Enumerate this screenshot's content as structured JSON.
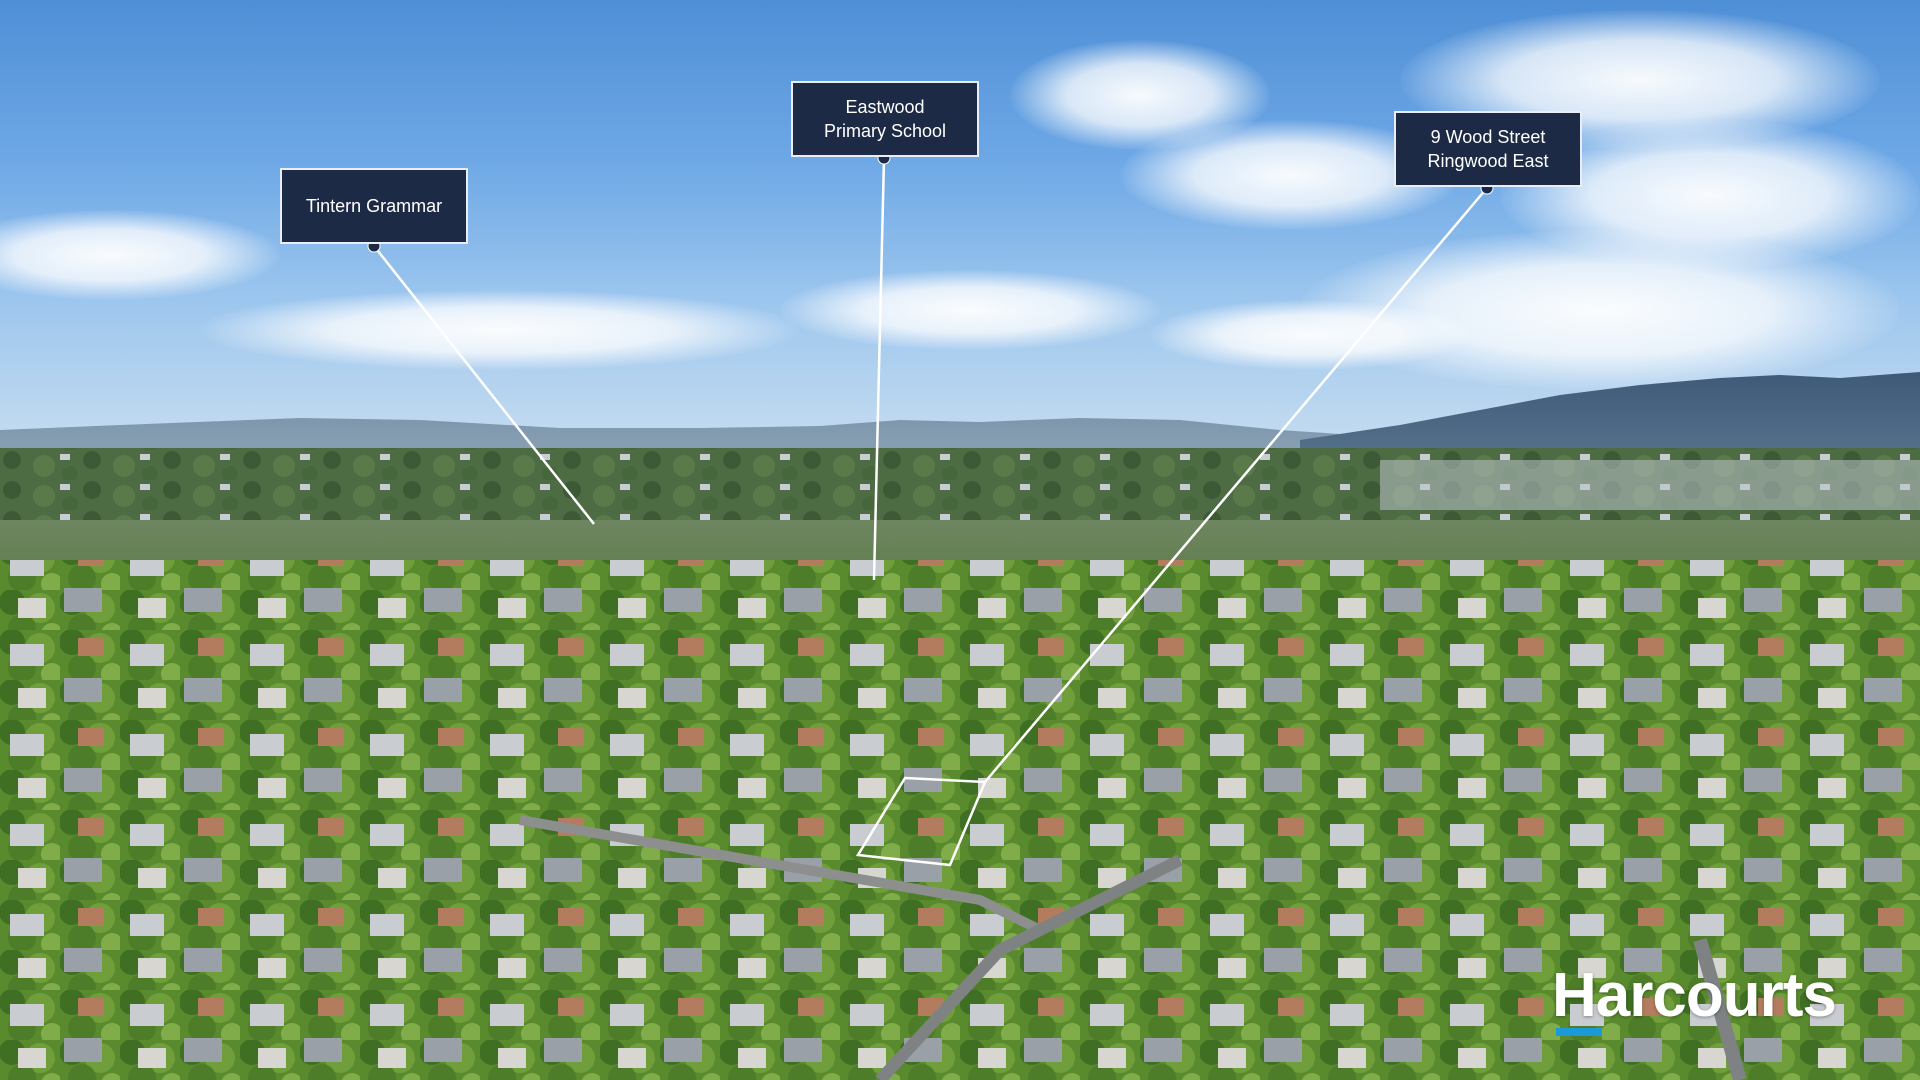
{
  "markers": [
    {
      "id": "tintern",
      "lines": [
        "Tintern Grammar"
      ]
    },
    {
      "id": "eastwood",
      "lines": [
        "Eastwood",
        "Primary School"
      ]
    },
    {
      "id": "property",
      "lines": [
        "9 Wood Street",
        "Ringwood East"
      ]
    }
  ],
  "brand": {
    "name": "Harcourts",
    "color": "#1a9ad6"
  },
  "colors": {
    "label_background": "#1c2a45",
    "label_text": "#ffffff",
    "callout_line": "#ffffff"
  }
}
